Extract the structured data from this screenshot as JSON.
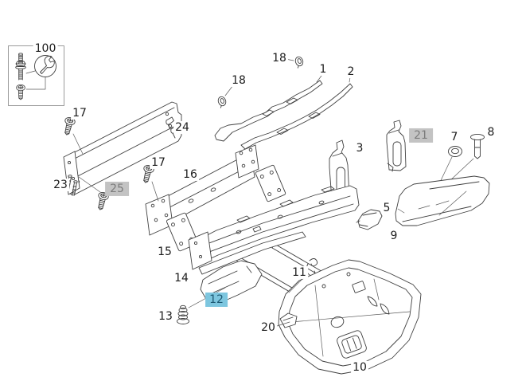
{
  "diagram_type": "exploded-parts-line-drawing",
  "colors": {
    "line_art": "#3f3f3f",
    "highlight_selected_bg": "#7dc6df",
    "highlight_selected_text": "#1e5a74",
    "highlight_related_bg": "#c3c3c3",
    "highlight_related_text": "#7b7b7b",
    "background": "#ffffff"
  },
  "icons": {
    "wrench": "wrench-icon",
    "stud_bolt": "stud-bolt-icon",
    "screw": "screw-icon",
    "clip": "clip-icon",
    "grommet": "grommet-icon",
    "rivet_pin": "rivet-pin-icon",
    "hook": "hook-icon",
    "plug": "plug-grommet-icon"
  },
  "legend_box": {
    "label": "100"
  },
  "callouts": [
    {
      "id": "100",
      "text": "100",
      "style": "plain"
    },
    {
      "id": "17-upper",
      "text": "17",
      "style": "plain"
    },
    {
      "id": "24",
      "text": "24",
      "style": "plain"
    },
    {
      "id": "23",
      "text": "23",
      "style": "plain"
    },
    {
      "id": "25",
      "text": "25",
      "style": "gray"
    },
    {
      "id": "17-mid",
      "text": "17",
      "style": "plain"
    },
    {
      "id": "16",
      "text": "16",
      "style": "plain"
    },
    {
      "id": "15",
      "text": "15",
      "style": "plain"
    },
    {
      "id": "18-left",
      "text": "18",
      "style": "plain"
    },
    {
      "id": "18-top",
      "text": "18",
      "style": "plain"
    },
    {
      "id": "1",
      "text": "1",
      "style": "plain"
    },
    {
      "id": "2",
      "text": "2",
      "style": "plain"
    },
    {
      "id": "3",
      "text": "3",
      "style": "plain"
    },
    {
      "id": "21",
      "text": "21",
      "style": "gray"
    },
    {
      "id": "7",
      "text": "7",
      "style": "plain"
    },
    {
      "id": "8",
      "text": "8",
      "style": "plain"
    },
    {
      "id": "5",
      "text": "5",
      "style": "plain"
    },
    {
      "id": "9",
      "text": "9",
      "style": "plain"
    },
    {
      "id": "14",
      "text": "14",
      "style": "plain"
    },
    {
      "id": "13",
      "text": "13",
      "style": "plain"
    },
    {
      "id": "12",
      "text": "12",
      "style": "teal"
    },
    {
      "id": "11",
      "text": "11",
      "style": "plain"
    },
    {
      "id": "20",
      "text": "20",
      "style": "plain"
    },
    {
      "id": "10",
      "text": "10",
      "style": "plain"
    }
  ]
}
